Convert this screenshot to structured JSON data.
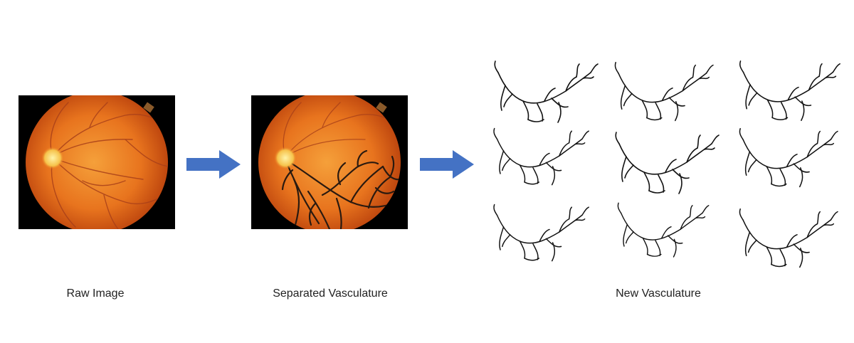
{
  "captions": {
    "raw": "Raw Image",
    "separated": "Separated Vasculature",
    "new": "New Vasculature"
  },
  "colors": {
    "arrow": "#4472C4",
    "fundus_outer": "#c2410c",
    "fundus_inner": "#f28c28",
    "optic_disc": "#ffe27a",
    "vessel_native": "#a33a14",
    "vessel_separated": "#2a1a10",
    "vessel_new": "#111111"
  },
  "diagram": {
    "flow": [
      "raw",
      "separated",
      "new"
    ],
    "new_vasculature_samples": 9
  }
}
